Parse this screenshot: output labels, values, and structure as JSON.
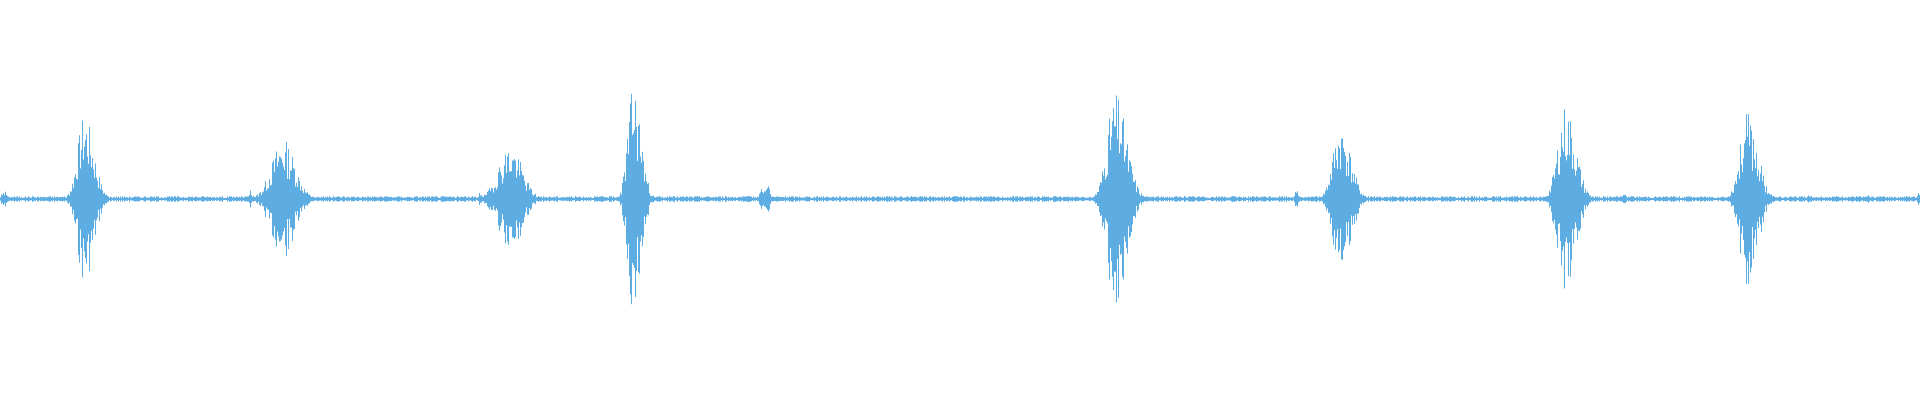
{
  "waveform": {
    "color": "#5dade2",
    "background": "#ffffff",
    "duration_units": 1920,
    "baseline_amplitude": 0.012,
    "events": [
      {
        "t": 4,
        "peak": 0.04,
        "spread": 6,
        "shape": "burst",
        "seed": 3
      },
      {
        "t": 84,
        "peak": 0.42,
        "spread": 22,
        "shape": "decay",
        "seed": 7
      },
      {
        "t": 250,
        "peak": 0.05,
        "spread": 3,
        "shape": "burst",
        "seed": 11
      },
      {
        "t": 283,
        "peak": 0.3,
        "spread": 30,
        "shape": "swell",
        "seed": 13
      },
      {
        "t": 480,
        "peak": 0.04,
        "spread": 3,
        "shape": "burst",
        "seed": 17
      },
      {
        "t": 510,
        "peak": 0.27,
        "spread": 30,
        "shape": "swell",
        "seed": 19
      },
      {
        "t": 633,
        "peak": 0.57,
        "spread": 18,
        "shape": "decay",
        "seed": 23
      },
      {
        "t": 765,
        "peak": 0.09,
        "spread": 8,
        "shape": "burst",
        "seed": 29
      },
      {
        "t": 1115,
        "peak": 0.53,
        "spread": 26,
        "shape": "decay",
        "seed": 31
      },
      {
        "t": 1296,
        "peak": 0.05,
        "spread": 3,
        "shape": "burst",
        "seed": 37
      },
      {
        "t": 1340,
        "peak": 0.37,
        "spread": 24,
        "shape": "decay",
        "seed": 41
      },
      {
        "t": 1565,
        "peak": 0.47,
        "spread": 24,
        "shape": "decay",
        "seed": 43
      },
      {
        "t": 1623,
        "peak": 0.04,
        "spread": 4,
        "shape": "burst",
        "seed": 47
      },
      {
        "t": 1747,
        "peak": 0.43,
        "spread": 24,
        "shape": "decay",
        "seed": 53
      },
      {
        "t": 1808,
        "peak": 0.02,
        "spread": 3,
        "shape": "burst",
        "seed": 59
      },
      {
        "t": 1868,
        "peak": 0.02,
        "spread": 3,
        "shape": "burst",
        "seed": 61
      },
      {
        "t": 1918,
        "peak": 0.06,
        "spread": 2,
        "shape": "burst",
        "seed": 67
      }
    ]
  }
}
